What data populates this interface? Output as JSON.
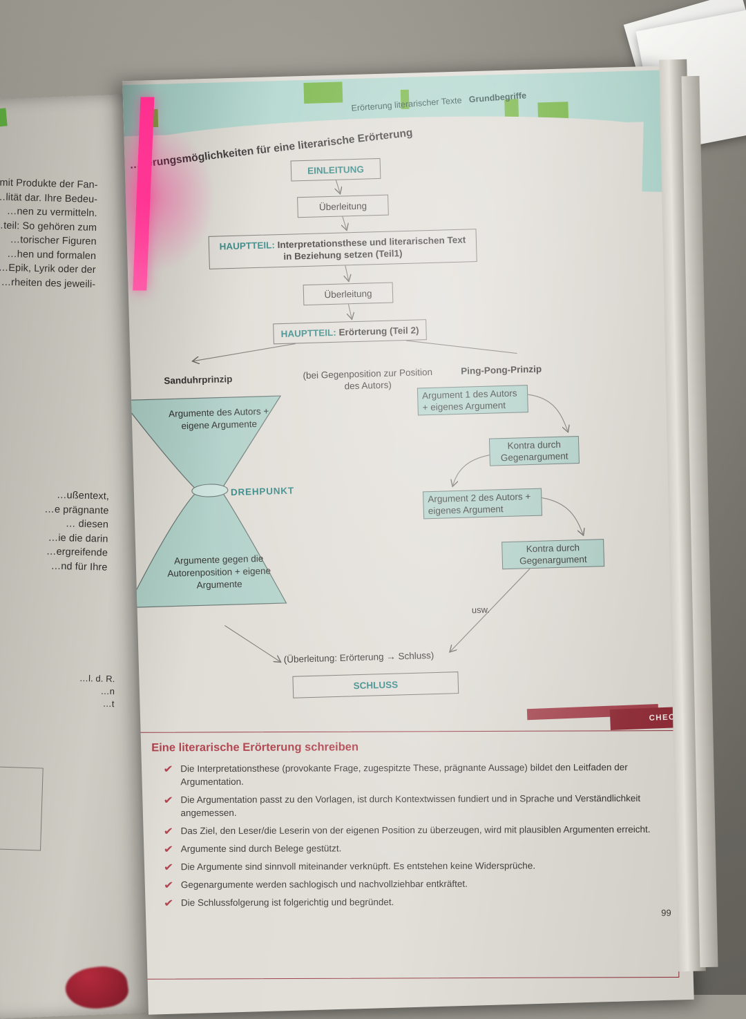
{
  "book": {
    "running_header": "Erörterung literarischer Texte",
    "running_header_bold": "Grundbegriffe",
    "section_heading": "…derungsmöglichkeiten für eine literarische Erörterung",
    "page_number": "99"
  },
  "left_page": {
    "block_1": "…mit Produkte der Fan-\n…lität dar. Ihre Bedeu-\n…nen zu vermitteln.\n…teil: So gehören zum\n…torischer Figuren\n…hen und formalen\n…Epik, Lyrik oder der\n…rheiten des jeweili-",
    "block_2": "…ußentext,\n…e prägnante\n… diesen\n…ie die darin\n…ergreifende\n…nd für Ihre",
    "block_3": "…l. d. R.\n…n\n…t"
  },
  "diagram": {
    "einleitung": "EINLEITUNG",
    "ueberleitung_1": "Überleitung",
    "hauptteil_1_kw": "HAUPTTEIL:",
    "hauptteil_1_text": " Interpretationsthese und literarischen Text in Beziehung setzen (Teil1)",
    "ueberleitung_2": "Überleitung",
    "hauptteil_2_kw": "HAUPTTEIL:",
    "hauptteil_2_text": " Erörterung (Teil 2)",
    "label_sanduhr": "Sanduhrprinzip",
    "label_gegenposition": "(bei Gegenposition zur Position des Autors)",
    "label_pingpong": "Ping-Pong-Prinzip",
    "hourglass_top": "Argumente des Autors + eigene Argumente",
    "hourglass_bottom": "Argumente gegen die Autorenposition + eigene Argumente",
    "drehpunkt": "DREHPUNKT",
    "argument_1": "Argument 1 des Autors + eigenes Argument",
    "kontra_1": "Kontra durch Gegenargument",
    "argument_2": "Argument 2 des Autors + eigenes Argument",
    "kontra_2": "Kontra durch Gegenargument",
    "usw": "usw.",
    "uebergang_schluss": "(Überleitung: Erörterung → Schluss)",
    "schluss": "SCHLUSS"
  },
  "checklist": {
    "tab_label": "CHECKLISTE",
    "title": "Eine literarische Erörterung schreiben",
    "tick_glyph": "✔",
    "items": [
      "Die Interpretationsthese (provokante Frage, zugespitzte These, prägnante Aussage) bildet den Leitfaden der Argumentation.",
      "Die Argumentation passt zu den Vorlagen, ist durch Kontextwissen fundiert und in Sprache und Verständlichkeit angemessen.",
      "Das Ziel, den Leser/die Leserin von der eigenen Position zu überzeugen, wird mit plausiblen Argumenten erreicht.",
      "Argumente sind durch Belege gestützt.",
      "Die Argumente sind sinnvoll miteinander verknüpft. Es entstehen keine Widersprüche.",
      "Gegenargumente werden sachlogisch und nachvollziehbar entkräftet.",
      "Die Schlussfolgerung ist folgerichtig und begründet."
    ]
  },
  "colors": {
    "header_band": "#a9d2c8",
    "green_tab": "#6aae33",
    "teal_fill": "#a9ccc3",
    "teal_text": "#1f7b78",
    "checklist_red": "#a8303c",
    "checklist_tab": "#8e2631",
    "bookmark_pink": "#ff2e8e",
    "page_paper": "#ddd9d2"
  }
}
